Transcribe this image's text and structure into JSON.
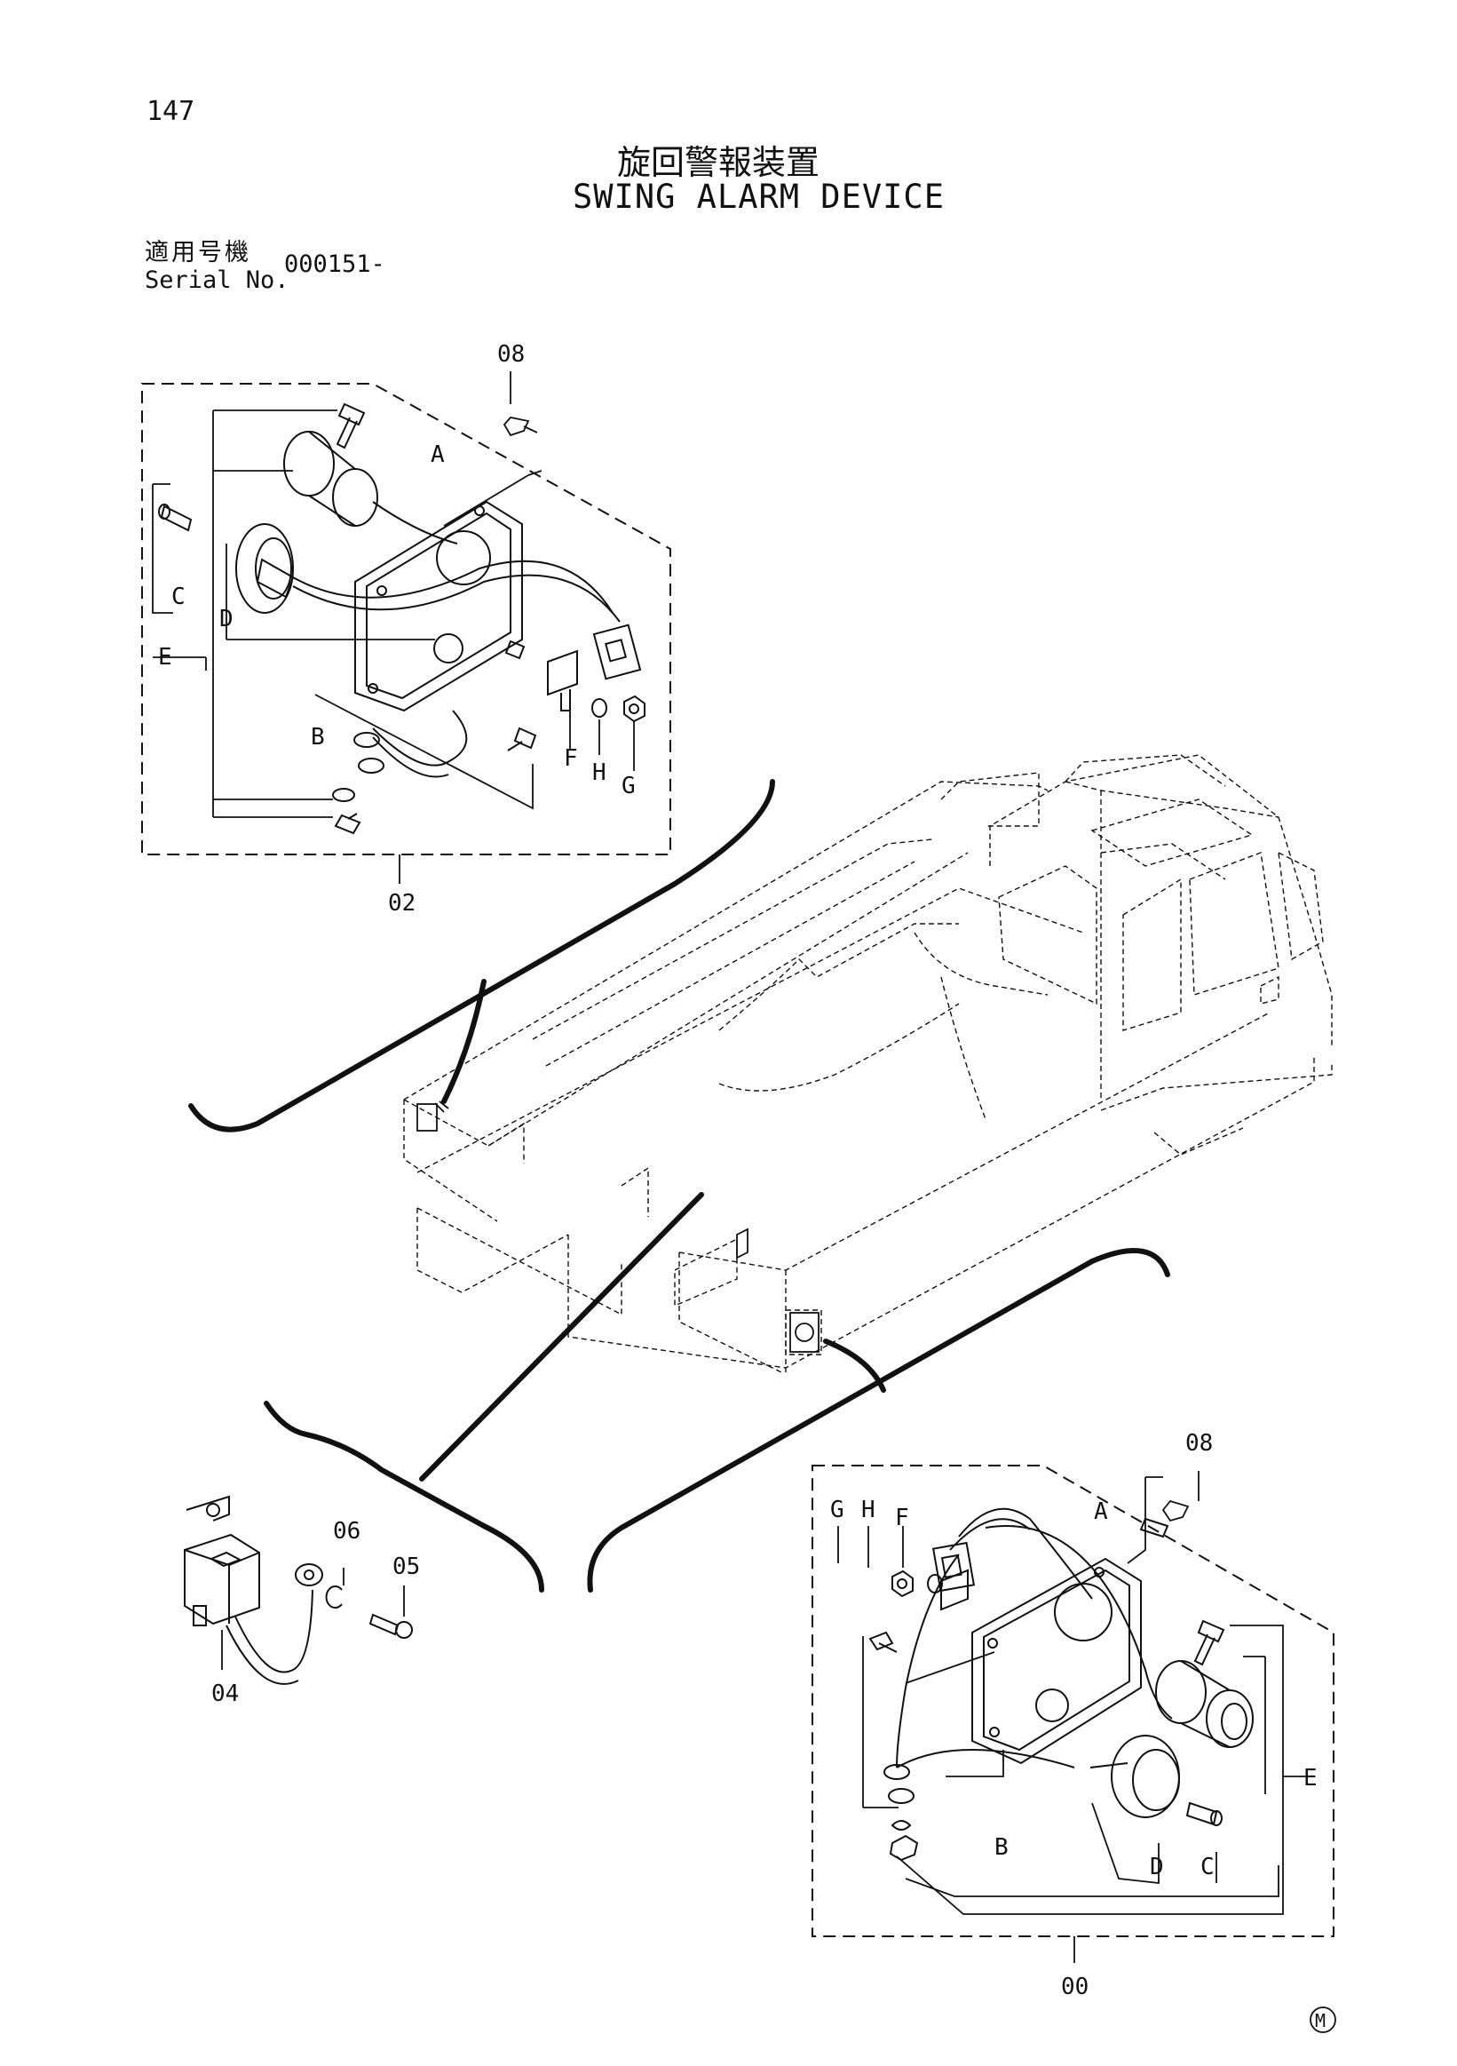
{
  "page_number": "147",
  "title_jp": "旋回警報装置",
  "title_en": "SWING ALARM DEVICE",
  "serial_label_jp": "適用号機",
  "serial_label_en": "Serial No.",
  "serial_value": "000151-",
  "callouts": {
    "top_bolt": "08",
    "top_assembly": "02",
    "bottom_bolt": "08",
    "bottom_assembly": "00",
    "relay": "04",
    "washer": "06",
    "screw": "05"
  },
  "letters": {
    "a": "A",
    "b": "B",
    "c": "C",
    "d": "D",
    "e": "E",
    "f": "F",
    "g": "G",
    "h": "H"
  },
  "mark": "M"
}
